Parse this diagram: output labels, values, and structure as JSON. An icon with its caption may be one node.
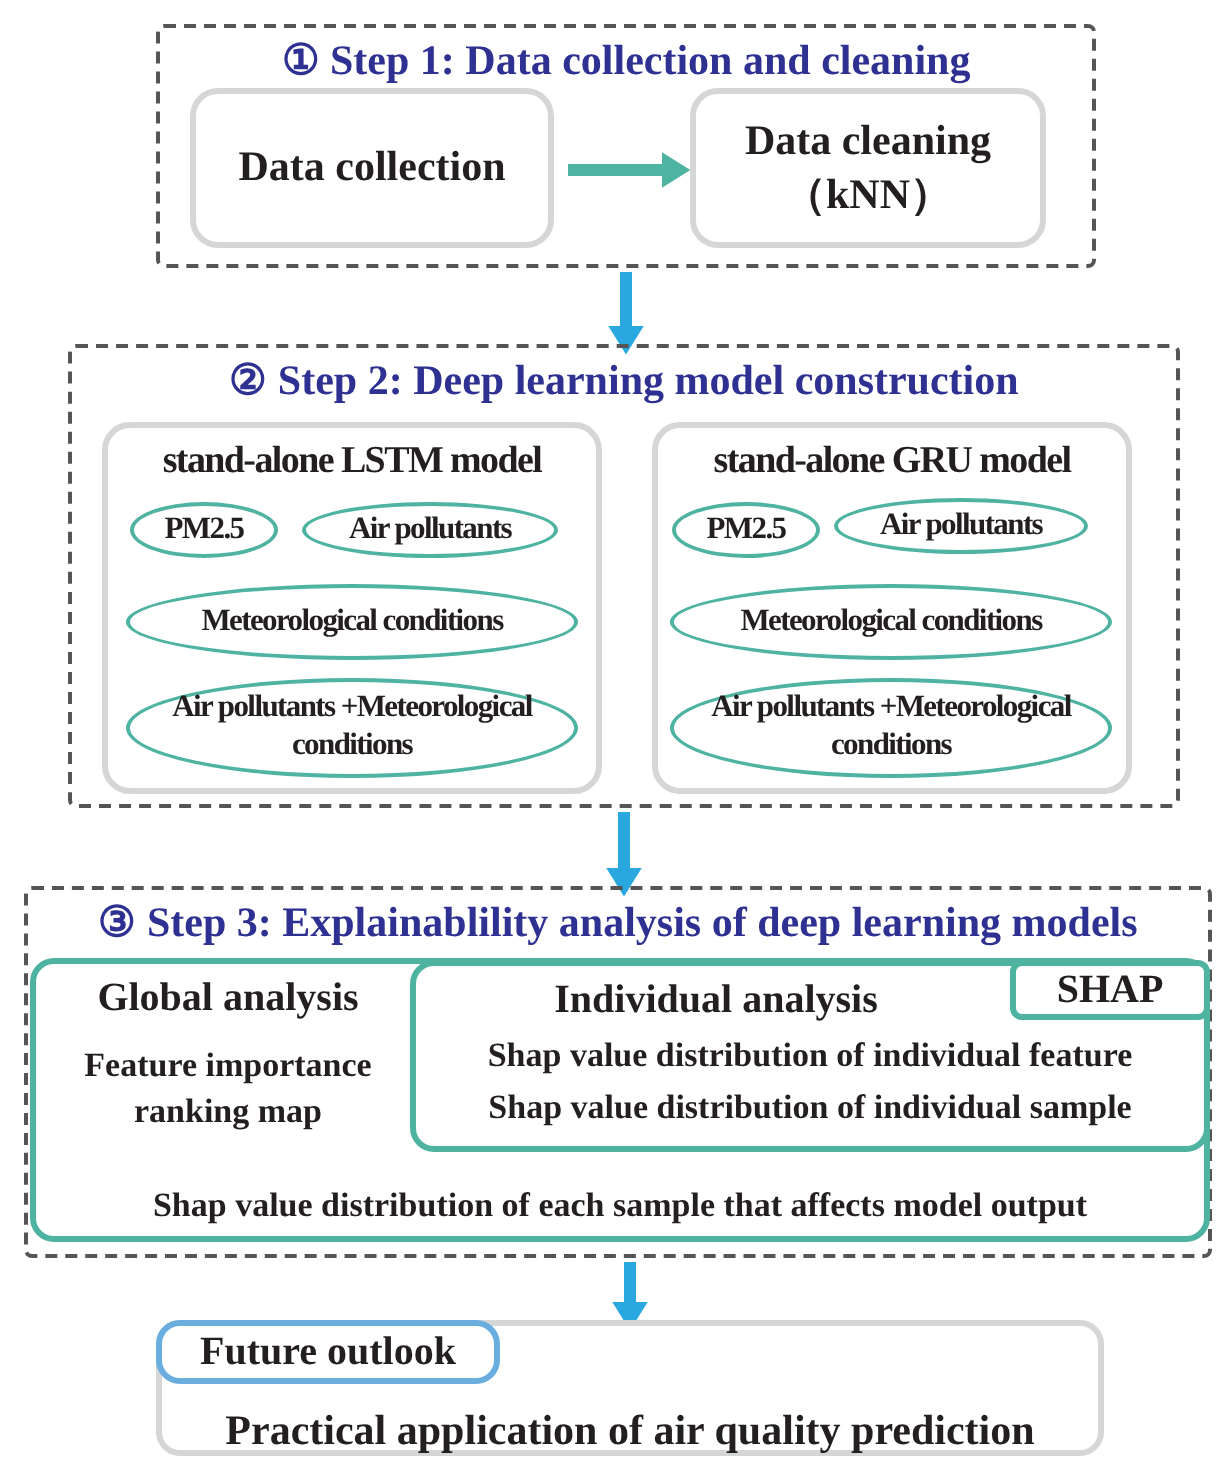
{
  "diagram": {
    "nodes": [
      {
        "text": [
          "① Step 1: Data collection and cleaning"
        ]
      },
      {
        "text": [
          "Data collection"
        ],
        "in": 0
      },
      {
        "text": [
          "Data cleaning （kNN）"
        ],
        "in": 0
      },
      {
        "text": [
          "② Step 2: Deep learning model construction"
        ]
      },
      {
        "text": [
          "stand-alone LSTM model"
        ],
        "in": 3
      },
      {
        "text": [
          "PM2.5"
        ],
        "in": 4
      },
      {
        "text": [
          "Air pollutants"
        ],
        "in": 4
      },
      {
        "text": [
          "Meteorological conditions"
        ],
        "in": 4
      },
      {
        "text": [
          "Air pollutants +Meteorological conditions"
        ],
        "in": 4
      },
      {
        "text": [
          "stand-alone GRU model"
        ],
        "in": 3
      },
      {
        "text": [
          "PM2.5"
        ],
        "in": 9
      },
      {
        "text": [
          "Air pollutants"
        ],
        "in": 9
      },
      {
        "text": [
          "Meteorological conditions"
        ],
        "in": 9
      },
      {
        "text": [
          "Air pollutants +Meteorological conditions"
        ],
        "in": 9
      },
      {
        "text": [
          "③ Step 3: Explainablility analysis of deep learning models"
        ]
      },
      {
        "text": [
          "Global analysis",
          "Feature importance ranking map",
          "Shap value distribution of each sample that affects model output"
        ],
        "in": 14
      },
      {
        "text": [
          "Individual analysis",
          "Shap value distribution of individual feature",
          "Shap value distribution of individual sample"
        ],
        "in": 15
      },
      {
        "text": [
          "SHAP"
        ],
        "in": 16
      },
      {
        "text": [
          "Practical application of air quality prediction"
        ]
      },
      {
        "text": [
          "Future outlook"
        ],
        "in": 18
      }
    ],
    "edges": [
      {
        "from": 1,
        "to": 2,
        "arrow": "to",
        "color": "#4fb3a1"
      },
      {
        "from": 0,
        "to": 3,
        "arrow": "to"
      },
      {
        "from": 3,
        "to": 14,
        "arrow": "to"
      },
      {
        "from": 14,
        "to": 18,
        "arrow": "to"
      }
    ]
  }
}
